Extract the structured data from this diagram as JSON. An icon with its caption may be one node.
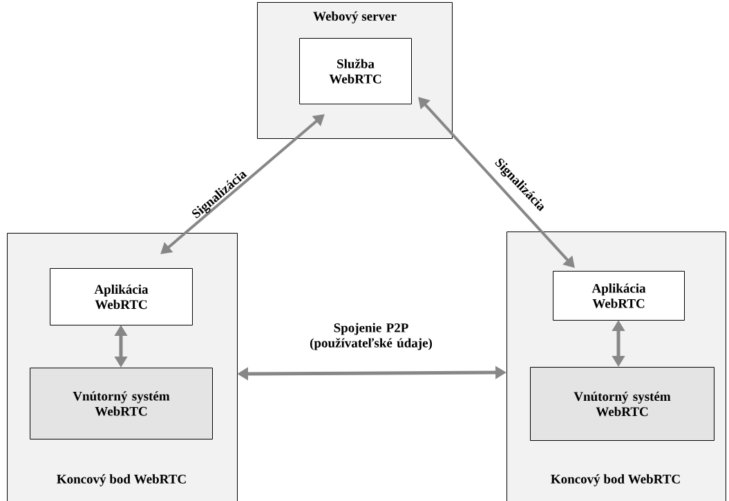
{
  "diagram": {
    "nodes": [
      {
        "text": [
          "Webový server"
        ]
      },
      {
        "text": [
          "Služba WebRTC"
        ],
        "in": 0
      },
      {
        "text": [
          "Koncový bod WebRTC"
        ]
      },
      {
        "text": [
          "Aplikácia WebRTC"
        ],
        "in": 2
      },
      {
        "text": [
          "Vnútorný systém WebRTC"
        ],
        "in": 2
      },
      {
        "text": [
          "Koncový bod WebRTC"
        ]
      },
      {
        "text": [
          "Aplikácia WebRTC"
        ],
        "in": 5
      },
      {
        "text": [
          "Vnútorný systém WebRTC"
        ],
        "in": 5
      }
    ],
    "edges": [
      {
        "from": 1,
        "to": 3,
        "arrow": "both",
        "label": "Signalizácia"
      },
      {
        "from": 1,
        "to": 6,
        "arrow": "both",
        "label": "Signalizácia"
      },
      {
        "from": 3,
        "to": 4,
        "arrow": "both"
      },
      {
        "from": 6,
        "to": 7,
        "arrow": "both"
      },
      {
        "from": 2,
        "to": 5,
        "arrow": "both",
        "label": "Spojenie P2P (používateľské údaje)"
      }
    ]
  }
}
